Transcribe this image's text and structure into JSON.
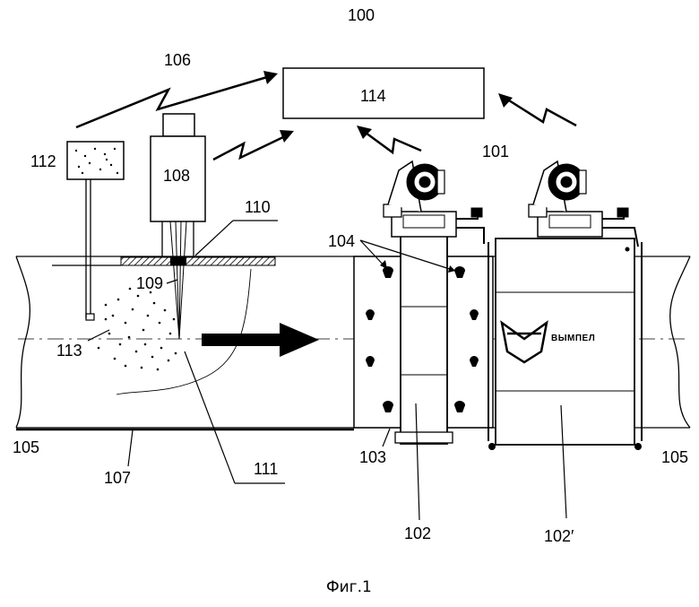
{
  "figure": {
    "ref_100": "100",
    "ref_101": "101",
    "ref_102": "102",
    "ref_102_prime": "102′",
    "ref_103": "103",
    "ref_104": "104",
    "ref_105_left": "105",
    "ref_105_right": "105",
    "ref_106": "106",
    "ref_107": "107",
    "ref_108": "108",
    "ref_109": "109",
    "ref_110": "110",
    "ref_111": "111",
    "ref_112": "112",
    "ref_113": "113",
    "ref_114": "114",
    "brand_text": "ВЫМПЕЛ",
    "caption": "Фиг.1"
  }
}
